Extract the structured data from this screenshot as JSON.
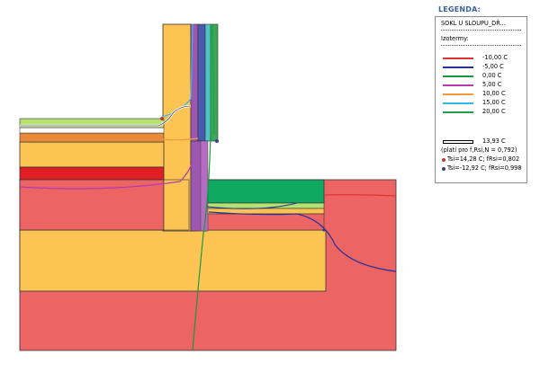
{
  "legend": {
    "title": "LEGENDA:",
    "file_name": "SOKL U SLOUPU_DŘ...",
    "isotherms_label": "Izotermy:",
    "isotherms": [
      {
        "label": "-10,00 C",
        "color": "#e23030"
      },
      {
        "label": "-5,00 C",
        "color": "#26319a"
      },
      {
        "label": "0,00 C",
        "color": "#189a3c"
      },
      {
        "label": "5,00 C",
        "color": "#b23cb0"
      },
      {
        "label": "10,00 C",
        "color": "#f59a3c"
      },
      {
        "label": "15,00 C",
        "color": "#34b8e6"
      },
      {
        "label": "20,00 C",
        "color": "#2a9a4a"
      }
    ],
    "critical_isotherm": "13,93 C",
    "critical_note": "(platí pro f,Rsi,N = 0,792)",
    "points": [
      {
        "label": "Tsi=14,28 C; fRsi=0,802",
        "color": "#b2403c"
      },
      {
        "label": "Tsi=-12,92 C; fRsi=0,998",
        "color": "#3c3c8c"
      }
    ]
  }
}
